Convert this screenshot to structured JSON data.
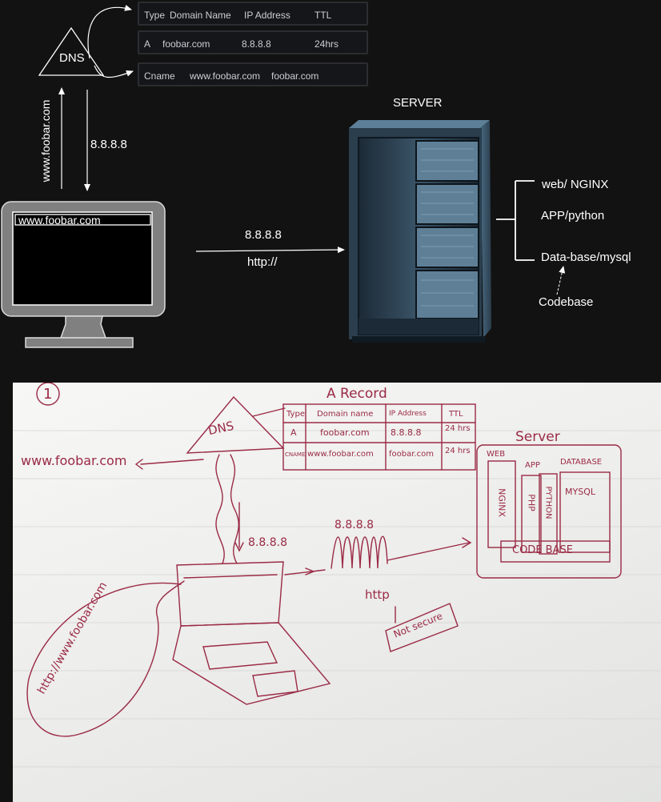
{
  "dns_label": "DNS",
  "dns_table": {
    "headers": [
      "Type",
      "Domain Name",
      "IP Address",
      "TTL"
    ],
    "a_record": [
      "A",
      "foobar.com",
      "8.8.8.8",
      "24hrs"
    ],
    "cname_record": [
      "Cname",
      "www.foobar.com",
      "foobar.com"
    ]
  },
  "query_label": "www.foobar.com",
  "response_ip": "8.8.8.8",
  "monitor_url": "www.foobar.com",
  "request": {
    "ip": "8.8.8.8",
    "protocol": "http://"
  },
  "server": {
    "title": "SERVER",
    "components": [
      "web/ NGINX",
      "APP/python",
      "Data-base/mysql"
    ],
    "codebase": "Codebase"
  },
  "sketch": {
    "page_number": "1",
    "record_title": "A Record",
    "dns": "DNS",
    "table_headers": [
      "Type",
      "Domain name",
      "IP Address",
      "TTL"
    ],
    "row_a": [
      "A",
      "foobar.com",
      "8.8.8.8",
      "24 hrs"
    ],
    "row_cname": [
      "CNAME",
      "www.foobar.com",
      "foobar.com",
      "24 hrs"
    ],
    "www_label": "www.foobar.com",
    "ip_down": "8.8.8.8",
    "ip_wave": "8.8.8.8",
    "http": "http",
    "not_secure": "Not secure",
    "server_title": "Server",
    "columns": [
      "WEB",
      "APP",
      "DATABASE"
    ],
    "web_item": "NGINX",
    "app_items": [
      "PHP",
      "PYTHON"
    ],
    "db_item": "MYSQL",
    "codebase": "CODE BASE",
    "bubble_url": "http://www.foobar.com"
  },
  "colors": {
    "background": "#121212",
    "ink": "#9a2a45",
    "paper": "#f2f2f0",
    "monitor": "#808080"
  }
}
